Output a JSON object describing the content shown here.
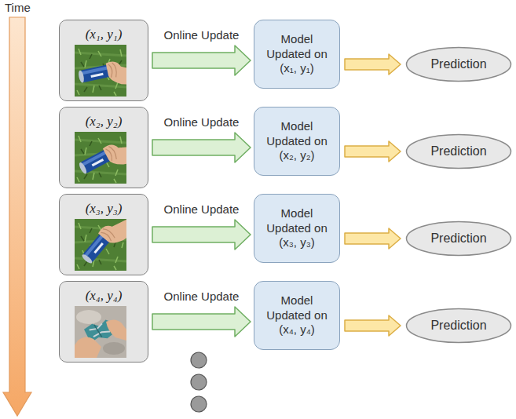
{
  "diagram": {
    "nodes": [
      {
        "text": [
          "(x₁, y₁)"
        ]
      },
      {
        "text": [
          "Model Updated on (x₁, y₁)"
        ]
      },
      {
        "text": [
          "Prediction"
        ]
      },
      {
        "text": [
          "(x₂, y₂)"
        ]
      },
      {
        "text": [
          "Model Updated on (x₂, y₂)"
        ]
      },
      {
        "text": [
          "Prediction"
        ]
      },
      {
        "text": [
          "(x₃, y₃)"
        ]
      },
      {
        "text": [
          "Model Updated on (x₃, y₃)"
        ]
      },
      {
        "text": [
          "Prediction"
        ]
      },
      {
        "text": [
          "(x₄, y₄)"
        ]
      },
      {
        "text": [
          "Model Updated on (x₄, y₄)"
        ]
      },
      {
        "text": [
          "Prediction"
        ]
      }
    ],
    "edges": [
      {
        "from": 0,
        "to": 1,
        "label": "Online Update",
        "arrow": "to"
      },
      {
        "from": 1,
        "to": 2,
        "arrow": "to"
      },
      {
        "from": 3,
        "to": 4,
        "label": "Online Update",
        "arrow": "to"
      },
      {
        "from": 4,
        "to": 5,
        "arrow": "to"
      },
      {
        "from": 6,
        "to": 7,
        "label": "Online Update",
        "arrow": "to"
      },
      {
        "from": 7,
        "to": 8,
        "arrow": "to"
      },
      {
        "from": 9,
        "to": 10,
        "label": "Online Update",
        "arrow": "to"
      },
      {
        "from": 10,
        "to": 11,
        "arrow": "to"
      }
    ],
    "labels": [
      "Time"
    ]
  }
}
